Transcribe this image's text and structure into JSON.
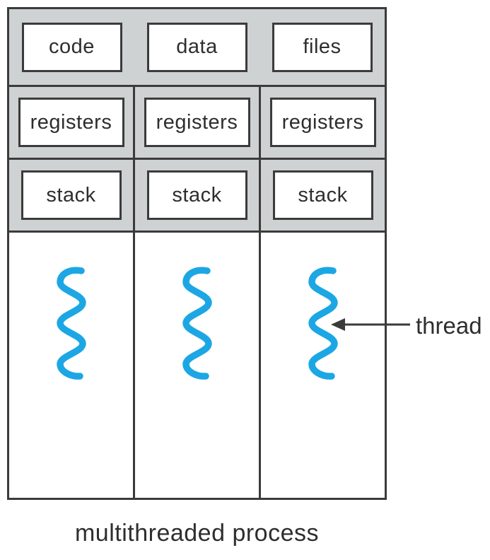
{
  "figure": {
    "shared_row": [
      "code",
      "data",
      "files"
    ],
    "registers_row": [
      "registers",
      "registers",
      "registers"
    ],
    "stack_row": [
      "stack",
      "stack",
      "stack"
    ],
    "thread_count": 3,
    "annotation_label": "thread",
    "caption": "multithreaded process"
  },
  "colors": {
    "band-gray": "#cfd2d3",
    "line-dark": "#3b3b3b",
    "thread-blue": "#1ca7e4",
    "text": "#2e2e2e"
  }
}
